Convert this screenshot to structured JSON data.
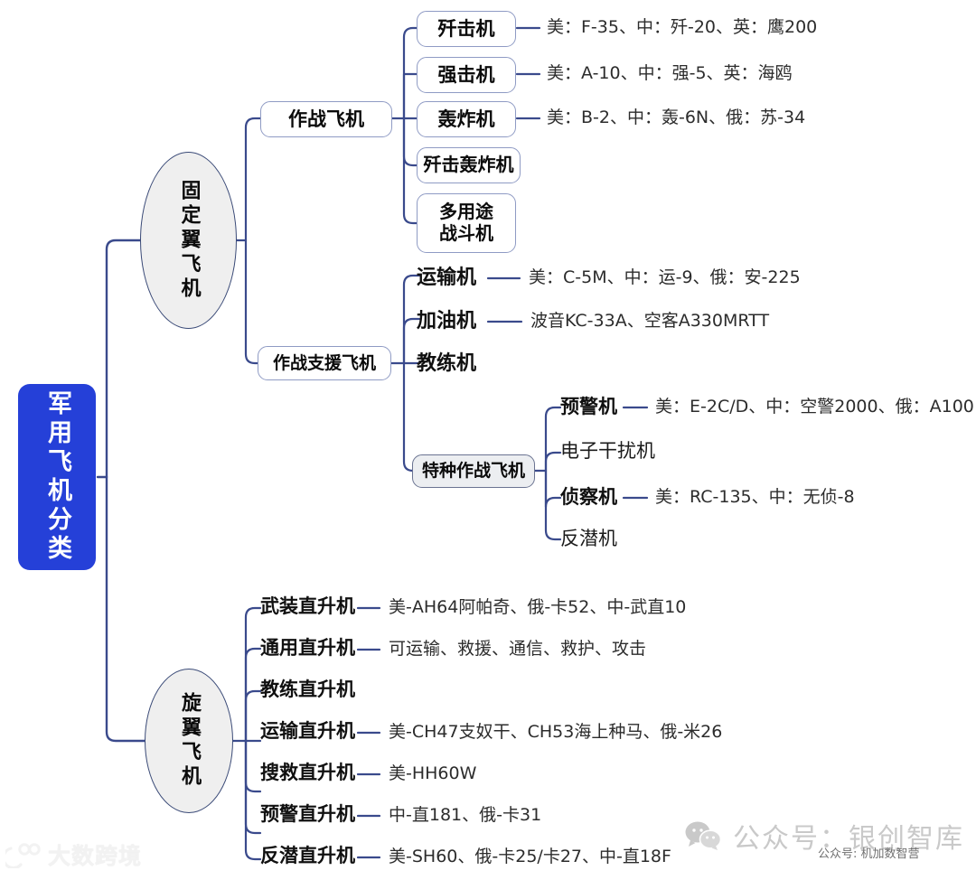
{
  "diagram": {
    "title": "军用飞机分类",
    "root": {
      "label": "军用飞机分类"
    },
    "branches": [
      {
        "label": "固定翼飞机",
        "children": [
          {
            "label": "作战飞机",
            "children": [
              {
                "label": "歼击机",
                "note": "美：F-35、中：歼-20、英：鹰200"
              },
              {
                "label": "强击机",
                "note": "美：A-10、中：强-5、英：海鸥"
              },
              {
                "label": "轰炸机",
                "note": "美：B-2、中：轰-6N、俄：苏-34"
              },
              {
                "label": "歼击轰炸机",
                "note": ""
              },
              {
                "label": "多用途\n战斗机",
                "note": ""
              }
            ]
          },
          {
            "label": "作战支援飞机",
            "children": [
              {
                "label": "运输机",
                "note": "美：C-5M、中：运-9、俄：安-225"
              },
              {
                "label": "加油机",
                "note": "波音KC-33A、空客A330MRTT"
              },
              {
                "label": "教练机",
                "note": ""
              },
              {
                "label": "特种作战飞机",
                "children": [
                  {
                    "label": "预警机",
                    "note": "美：E-2C/D、中：空警2000、俄：A100"
                  },
                  {
                    "label": "电子干扰机",
                    "note": ""
                  },
                  {
                    "label": "侦察机",
                    "note": "美：RC-135、中：无侦-8"
                  },
                  {
                    "label": "反潜机",
                    "note": ""
                  }
                ]
              }
            ]
          }
        ]
      },
      {
        "label": "旋翼飞机",
        "children": [
          {
            "label": "武装直升机",
            "note": "美-AH64阿帕奇、俄-卡52、中-武直10"
          },
          {
            "label": "通用直升机",
            "note": "可运输、救援、通信、救护、攻击"
          },
          {
            "label": "教练直升机",
            "note": ""
          },
          {
            "label": "运输直升机",
            "note": "美-CH47支奴干、CH53海上种马、俄-米26"
          },
          {
            "label": "搜救直升机",
            "note": "美-HH60W"
          },
          {
            "label": "预警直升机",
            "note": "中-直181、俄-卡31"
          },
          {
            "label": "反潜直升机",
            "note": "美-SH60、俄-卡25/卡27、中-直18F"
          }
        ]
      }
    ]
  },
  "watermarks": {
    "left_logo_text": "大数跨境",
    "right_text": "公众号：银创智库",
    "right_sub_text": "公众号: 机加数智营"
  },
  "colors": {
    "root_fill": "#2540d8",
    "root_text": "#ffffff",
    "node_border": "#8f9bc4",
    "ellipse_fill": "#efefef",
    "ellipse_border": "#3a4a77",
    "connector": "#3a4a8c",
    "annotation_text": "#2c2c2c",
    "background": "#ffffff"
  }
}
